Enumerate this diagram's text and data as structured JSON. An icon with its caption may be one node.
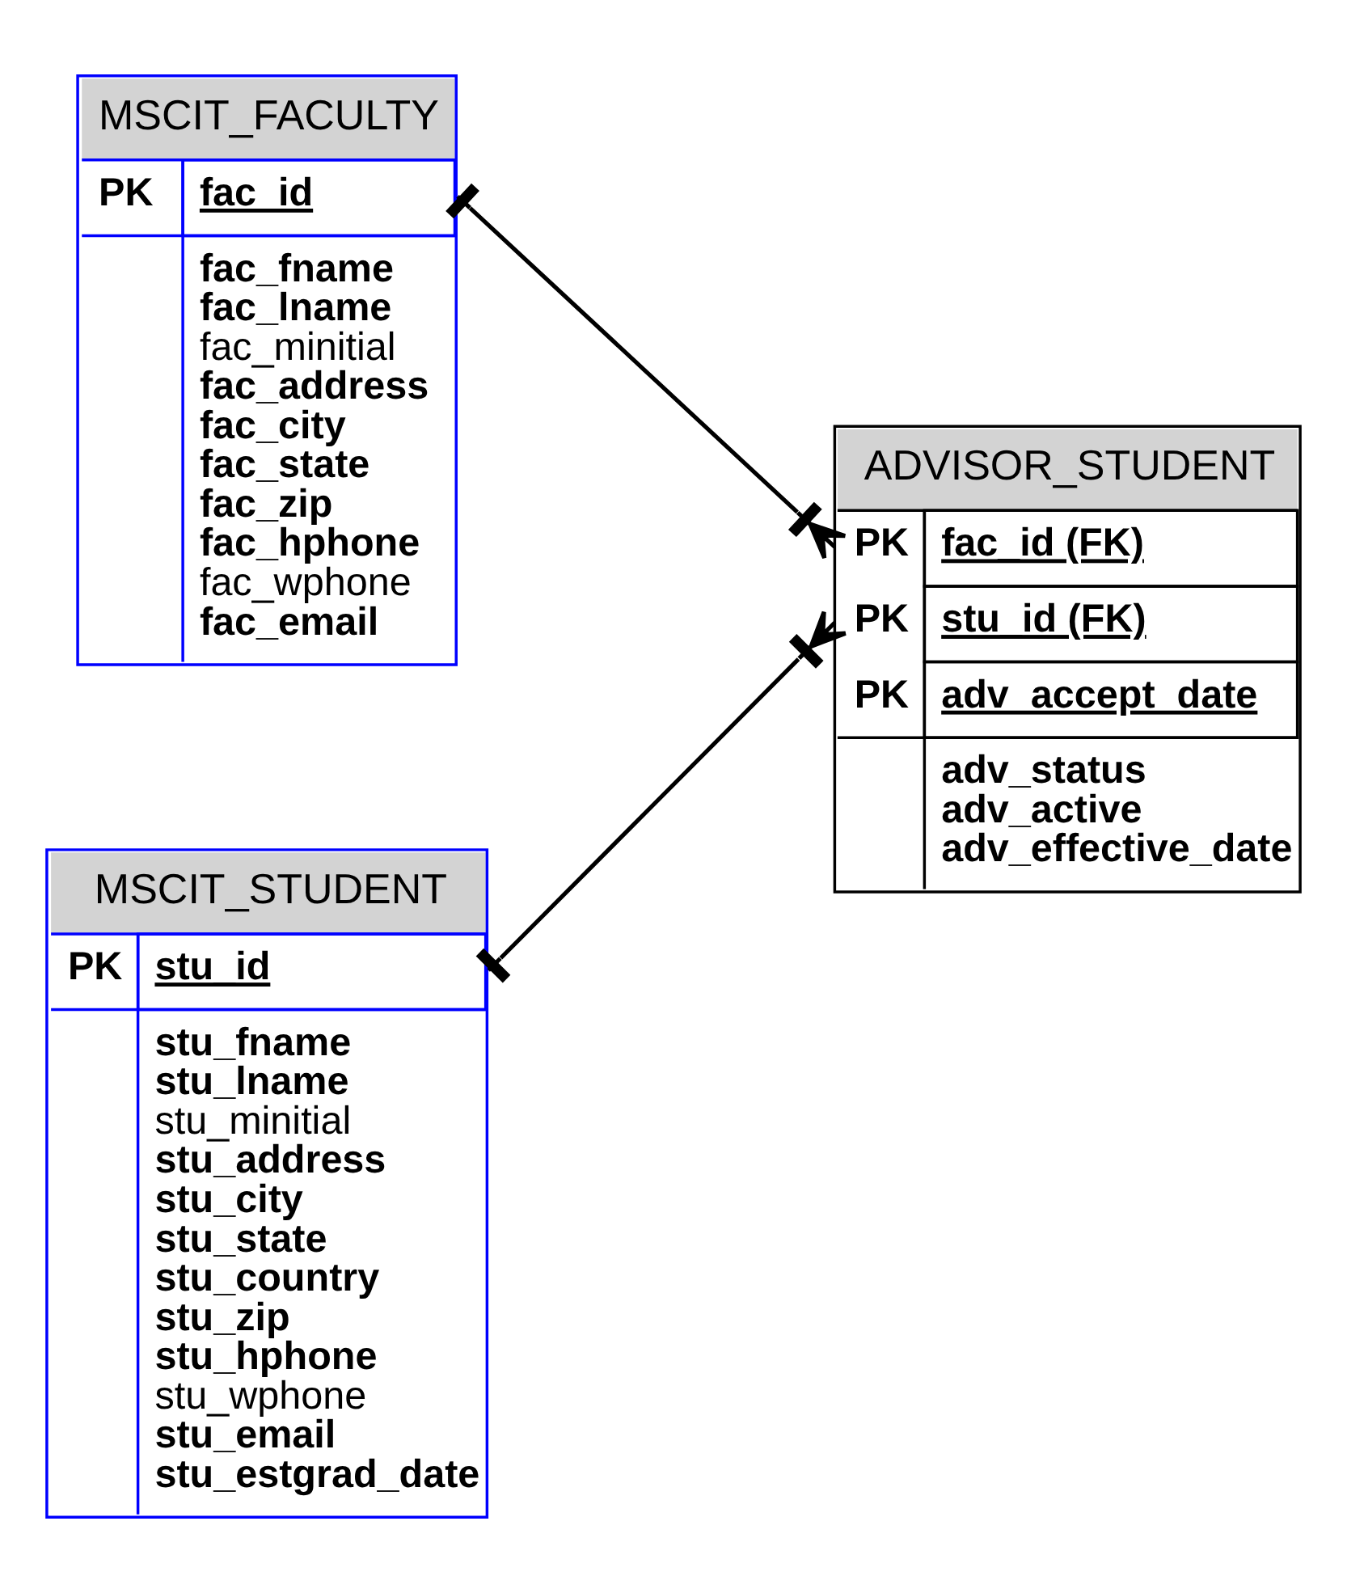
{
  "diagram": {
    "nodes": [
      {
        "text": [
          "MSCIT_FACULTY",
          "PK",
          "fac_id",
          "fac_fname",
          "fac_lname",
          "fac_minitial",
          "fac_address",
          "fac_city",
          "fac_state",
          "fac_zip",
          "fac_hphone",
          "fac_wphone",
          "fac_email"
        ]
      },
      {
        "text": [
          "ADVISOR_STUDENT",
          "PK",
          "fac_id (FK)",
          "PK",
          "stu_id (FK)",
          "PK",
          "adv_accept_date",
          "adv_status",
          "adv_active",
          "adv_effective_date"
        ]
      },
      {
        "text": [
          "MSCIT_STUDENT",
          "PK",
          "stu_id",
          "stu_fname",
          "stu_lname",
          "stu_minitial",
          "stu_address",
          "stu_city",
          "stu_state",
          "stu_country",
          "stu_zip",
          "stu_hphone",
          "stu_wphone",
          "stu_email",
          "stu_estgrad_date"
        ]
      }
    ],
    "edges": [
      {
        "from": 0,
        "to": 1,
        "arrow": "other"
      },
      {
        "from": 2,
        "to": 1,
        "arrow": "other"
      }
    ]
  }
}
